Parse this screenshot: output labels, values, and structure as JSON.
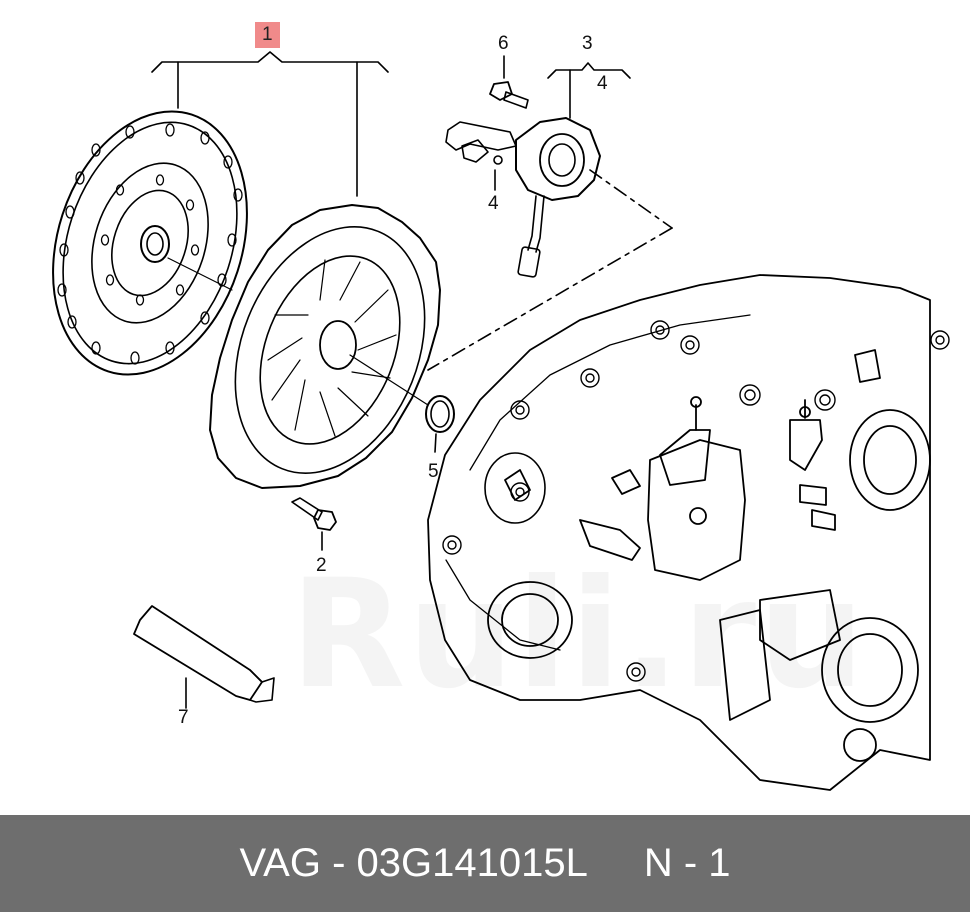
{
  "callouts": {
    "c1": "1",
    "c2": "2",
    "c3": "3",
    "c4a": "4",
    "c4b": "4",
    "c5": "5",
    "c6": "6",
    "c7": "7"
  },
  "watermark": {
    "text": "Ruli.ru"
  },
  "footer": {
    "part_number": "VAG - 03G141015L",
    "position": "N - 1"
  },
  "colors": {
    "highlight": "#f08a8a",
    "footer_bg": "#6e6e6e",
    "line": "#000000"
  }
}
